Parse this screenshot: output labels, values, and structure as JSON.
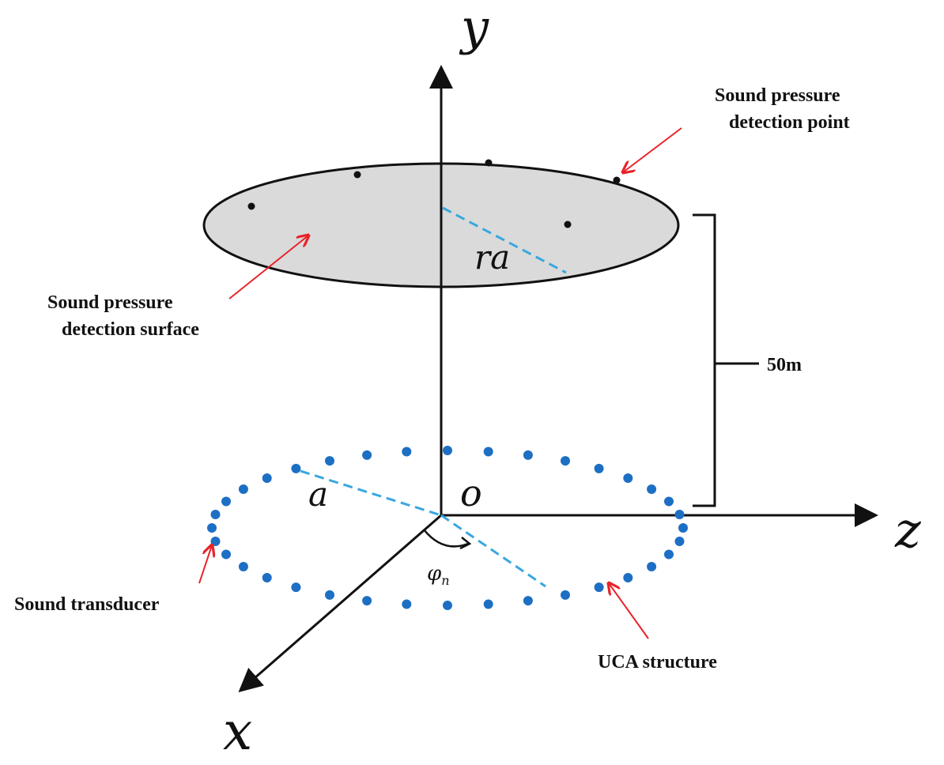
{
  "axes": {
    "y": "y",
    "z": "z",
    "x": "x",
    "origin": "o"
  },
  "labels": {
    "point_line1": "Sound pressure",
    "point_line2": "detection point",
    "surface_line1": "Sound pressure",
    "surface_line2": "detection surface",
    "distance": "50m",
    "transducer": "Sound transducer",
    "uca": "UCA structure",
    "radius_top": "ra",
    "radius_bottom": "a",
    "angle_symbol": "φ",
    "angle_sub": "n"
  },
  "colors": {
    "ink": "#111111",
    "annotation_arrow": "#e8232a",
    "transducer_dot": "#1d6fc4",
    "dashed_radius": "#38a7e0",
    "surface_fill": "#dadada"
  },
  "detection_points_count": 5,
  "transducer_count": 36
}
